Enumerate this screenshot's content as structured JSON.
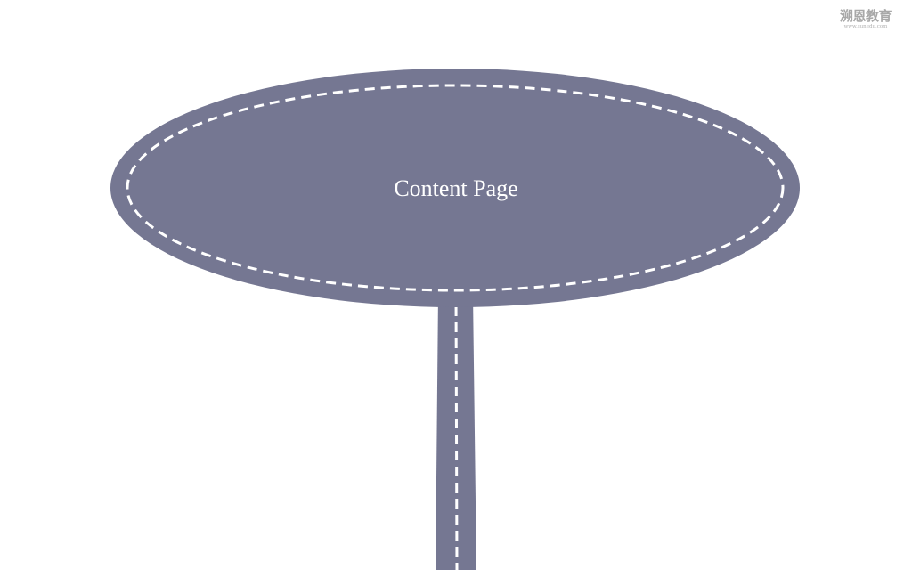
{
  "slide": {
    "center_label": "Content Page",
    "watermark_text": "溯恩教育",
    "watermark_url": "www.sunedu.com"
  },
  "colors": {
    "shape_fill": "#757792",
    "dash_stroke": "#ffffff",
    "background": "#ffffff",
    "watermark": "#a8a8a8"
  }
}
